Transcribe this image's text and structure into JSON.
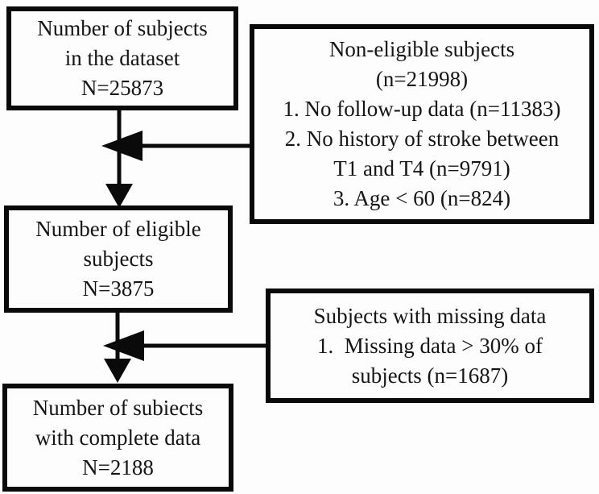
{
  "figure": {
    "type": "flowchart",
    "background_color": "#fdfdfd",
    "line_color": "#0a0a0a",
    "text_color": "#151515"
  },
  "boxes": {
    "dataset": {
      "lines": [
        "Number of subjects",
        "in the dataset",
        "N=25873"
      ],
      "n": 25873
    },
    "non_eligible": {
      "lines": [
        "Non-eligible subjects",
        "(n=21998)",
        "1. No follow-up data (n=11383)",
        "2. No history of stroke between",
        "T1 and T4 (n=9791)",
        "3. Age < 60 (n=824)"
      ],
      "n": 21998
    },
    "eligible": {
      "lines": [
        "Number of eligible",
        "subjects",
        "N=3875"
      ],
      "n": 3875
    },
    "missing": {
      "lines": [
        "Subjects with missing data",
        "1.  Missing data > 30% of",
        "subjects (n=1687)"
      ],
      "n": 1687
    },
    "complete": {
      "lines": [
        "Number of subiects",
        "with complete data",
        "N=2188"
      ],
      "n": 2188
    }
  }
}
